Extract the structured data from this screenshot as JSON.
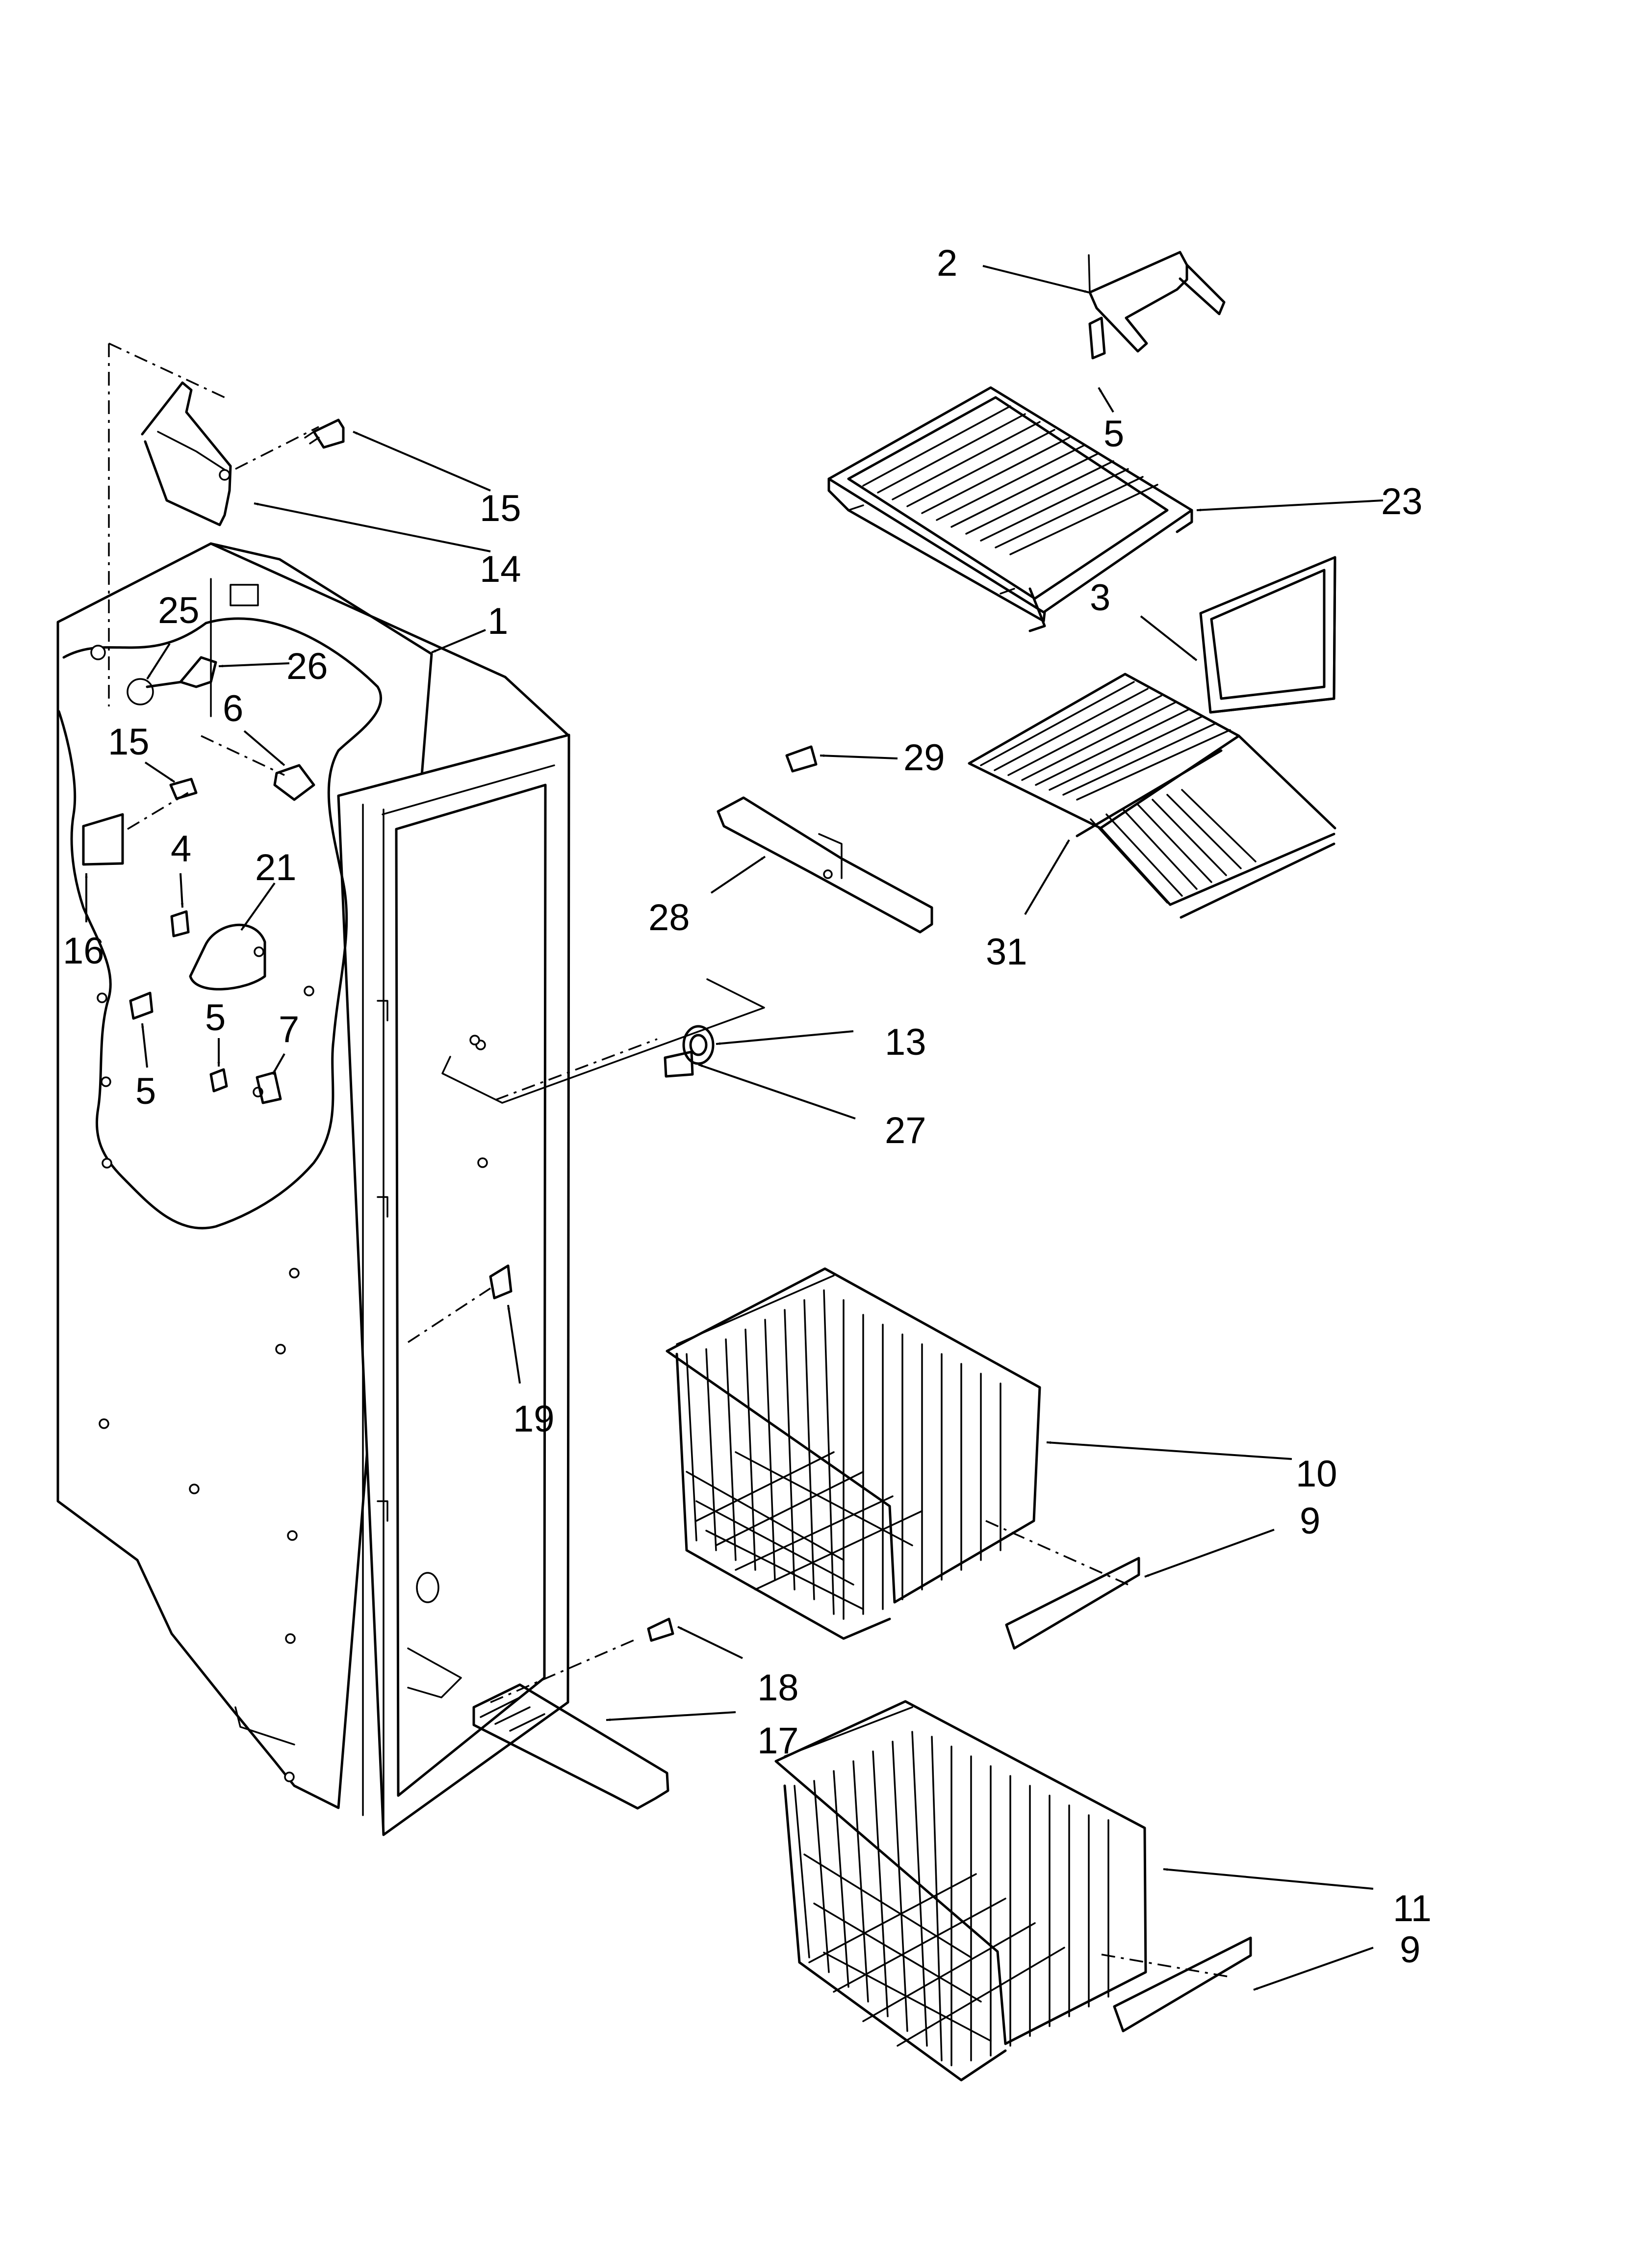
{
  "callouts": [
    {
      "id": "c2",
      "text": "2"
    },
    {
      "id": "c5a",
      "text": "5"
    },
    {
      "id": "c23",
      "text": "23"
    },
    {
      "id": "c3",
      "text": "3"
    },
    {
      "id": "c29",
      "text": "29"
    },
    {
      "id": "c28",
      "text": "28"
    },
    {
      "id": "c31",
      "text": "31"
    },
    {
      "id": "c15a",
      "text": "15"
    },
    {
      "id": "c14",
      "text": "14"
    },
    {
      "id": "c1",
      "text": "1"
    },
    {
      "id": "c25",
      "text": "25"
    },
    {
      "id": "c26",
      "text": "26"
    },
    {
      "id": "c6",
      "text": "6"
    },
    {
      "id": "c15b",
      "text": "15"
    },
    {
      "id": "c4",
      "text": "4"
    },
    {
      "id": "c21",
      "text": "21"
    },
    {
      "id": "c16",
      "text": "16"
    },
    {
      "id": "c5b",
      "text": "5"
    },
    {
      "id": "c5c",
      "text": "5"
    },
    {
      "id": "c7",
      "text": "7"
    },
    {
      "id": "c13",
      "text": "13"
    },
    {
      "id": "c27",
      "text": "27"
    },
    {
      "id": "c19",
      "text": "19"
    },
    {
      "id": "c10",
      "text": "10"
    },
    {
      "id": "c9a",
      "text": "9"
    },
    {
      "id": "c18",
      "text": "18"
    },
    {
      "id": "c17",
      "text": "17"
    },
    {
      "id": "c11",
      "text": "11"
    },
    {
      "id": "c9b",
      "text": "9"
    }
  ]
}
